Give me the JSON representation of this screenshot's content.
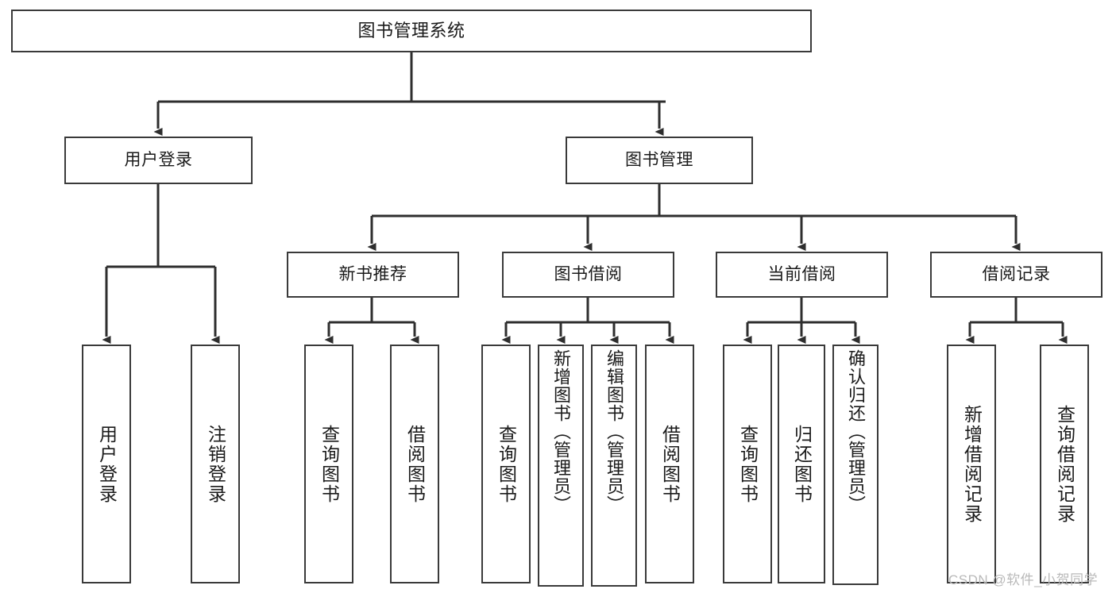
{
  "diagram": {
    "title": "图书管理系统",
    "type": "function-structure-tree",
    "root": {
      "id": "root",
      "label": "图书管理系统"
    },
    "level1": [
      {
        "id": "user-login",
        "label": "用户登录"
      },
      {
        "id": "book-manage",
        "label": "图书管理"
      }
    ],
    "level2": [
      {
        "id": "new-book-rec",
        "label": "新书推荐",
        "parent": "book-manage"
      },
      {
        "id": "book-borrow",
        "label": "图书借阅",
        "parent": "book-manage"
      },
      {
        "id": "current-borrow",
        "label": "当前借阅",
        "parent": "book-manage"
      },
      {
        "id": "borrow-record",
        "label": "借阅记录",
        "parent": "book-manage"
      }
    ],
    "leaves": [
      {
        "id": "leaf-user-login",
        "label": "用户登录",
        "parent": "user-login"
      },
      {
        "id": "leaf-logout",
        "label": "注销登录",
        "parent": "user-login"
      },
      {
        "id": "leaf-query-book-1",
        "label": "查询图书",
        "parent": "new-book-rec"
      },
      {
        "id": "leaf-borrow-book-1",
        "label": "借阅图书",
        "parent": "new-book-rec"
      },
      {
        "id": "leaf-query-book-2",
        "label": "查询图书",
        "parent": "book-borrow"
      },
      {
        "id": "leaf-add-book",
        "label": "新增图书（管理员）",
        "parent": "book-borrow"
      },
      {
        "id": "leaf-edit-book",
        "label": "编辑图书（管理员）",
        "parent": "book-borrow"
      },
      {
        "id": "leaf-borrow-book-2",
        "label": "借阅图书",
        "parent": "book-borrow"
      },
      {
        "id": "leaf-query-book-3",
        "label": "查询图书",
        "parent": "current-borrow"
      },
      {
        "id": "leaf-return-book",
        "label": "归还图书",
        "parent": "current-borrow"
      },
      {
        "id": "leaf-confirm-return",
        "label": "确认归还（管理员）",
        "parent": "current-borrow"
      },
      {
        "id": "leaf-add-record",
        "label": "新增借阅记录",
        "parent": "borrow-record"
      },
      {
        "id": "leaf-query-record",
        "label": "查询借阅记录",
        "parent": "borrow-record"
      }
    ]
  },
  "watermark": {
    "text": "CSDN @软件_小贺同学"
  },
  "colors": {
    "stroke": "#3a3a3a",
    "background": "#ffffff",
    "text": "#1a1a1a",
    "watermark": "#b9b9b9"
  }
}
